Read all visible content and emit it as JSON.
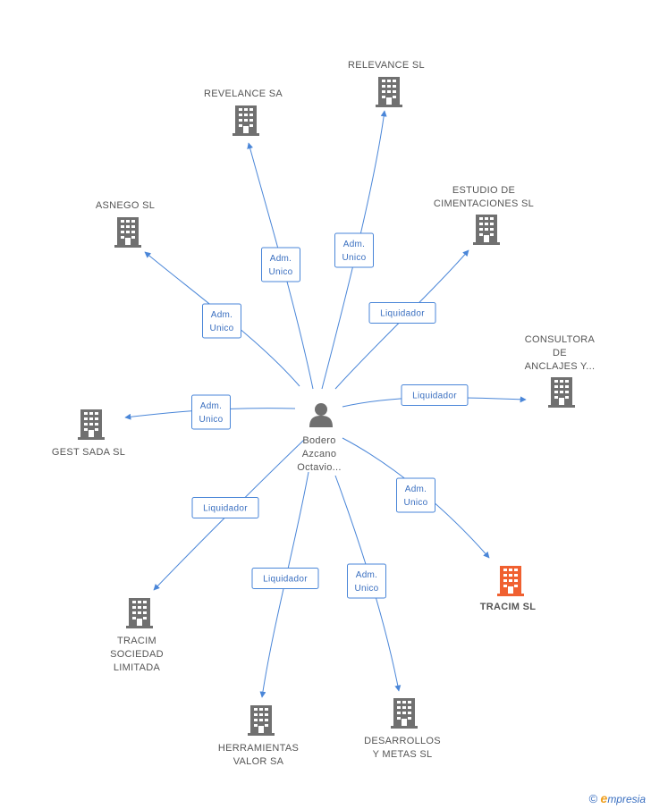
{
  "center": {
    "label_lines": [
      "Bodero",
      "Azcano",
      "Octavio..."
    ],
    "icon": "person-icon"
  },
  "colors": {
    "edge": "#4a86d8",
    "building": "#707070",
    "highlight": "#f06030"
  },
  "nodes": [
    {
      "id": "relevance-sl",
      "label_lines": [
        "RELEVANCE SL"
      ],
      "highlight": false,
      "edge_label_lines": [
        "Adm.",
        "Unico"
      ]
    },
    {
      "id": "revelance-sa",
      "label_lines": [
        "REVELANCE SA"
      ],
      "highlight": false,
      "edge_label_lines": [
        "Adm.",
        "Unico"
      ]
    },
    {
      "id": "asnego-sl",
      "label_lines": [
        "ASNEGO SL"
      ],
      "highlight": false,
      "edge_label_lines": [
        "Adm.",
        "Unico"
      ]
    },
    {
      "id": "estudio-cimentaciones",
      "label_lines": [
        "ESTUDIO DE",
        "CIMENTACIONES SL"
      ],
      "highlight": false,
      "edge_label_lines": [
        "Liquidador"
      ]
    },
    {
      "id": "consultora-anclajes",
      "label_lines": [
        "CONSULTORA",
        "DE",
        "ANCLAJES Y..."
      ],
      "highlight": false,
      "edge_label_lines": [
        "Liquidador"
      ]
    },
    {
      "id": "gest-sada",
      "label_lines": [
        "GEST SADA SL"
      ],
      "highlight": false,
      "edge_label_lines": [
        "Adm.",
        "Unico"
      ]
    },
    {
      "id": "tracim-sl",
      "label_lines": [
        "TRACIM SL"
      ],
      "highlight": true,
      "edge_label_lines": [
        "Adm.",
        "Unico"
      ]
    },
    {
      "id": "tracim-sociedad",
      "label_lines": [
        "TRACIM",
        "SOCIEDAD",
        "LIMITADA"
      ],
      "highlight": false,
      "edge_label_lines": [
        "Liquidador"
      ]
    },
    {
      "id": "herramientas-valor",
      "label_lines": [
        "HERRAMIENTAS",
        "VALOR SA"
      ],
      "highlight": false,
      "edge_label_lines": [
        "Liquidador"
      ]
    },
    {
      "id": "desarrollos-metas",
      "label_lines": [
        "DESARROLLOS",
        "Y METAS SL"
      ],
      "highlight": false,
      "edge_label_lines": [
        "Adm.",
        "Unico"
      ]
    }
  ],
  "brand": {
    "copyright_symbol": "©",
    "initial": "e",
    "name": "mpresia"
  }
}
